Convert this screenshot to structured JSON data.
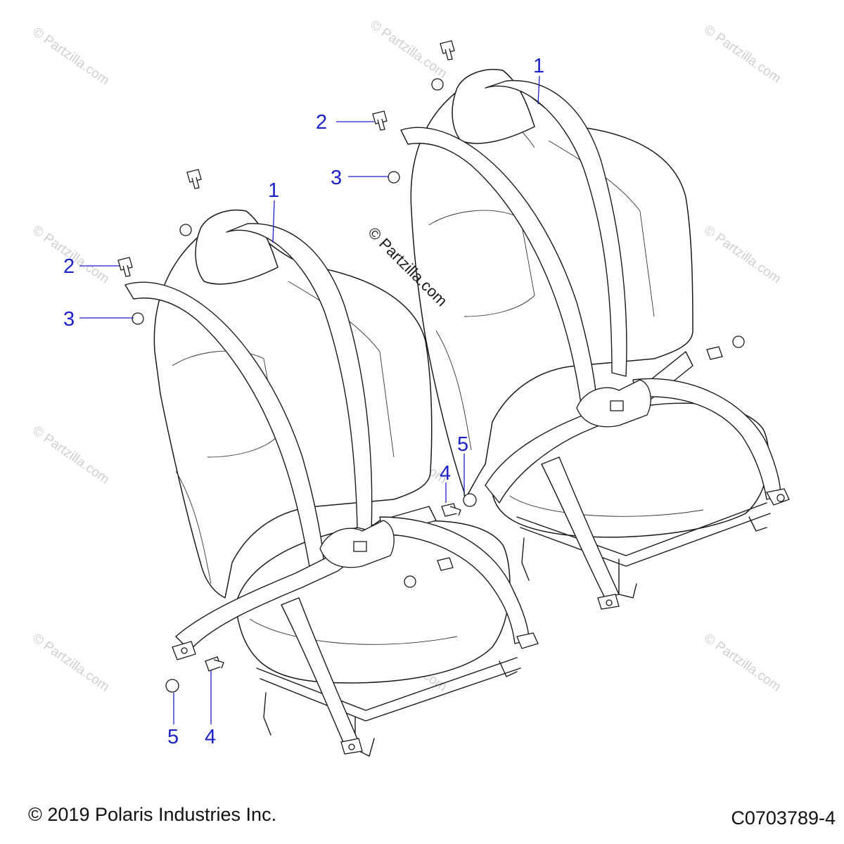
{
  "callouts": {
    "c1a": "1",
    "c1b": "1",
    "c2a": "2",
    "c2b": "2",
    "c3a": "3",
    "c3b": "3",
    "c4a": "4",
    "c4b": "4",
    "c5a": "5",
    "c5b": "5"
  },
  "watermark": {
    "text": "© Partzilla.com",
    "center_text": "© Partzilla.com"
  },
  "footer": {
    "copyright": "© 2019 Polaris Industries Inc.",
    "figure_id": "C0703789-4"
  },
  "colors": {
    "callout": "#1a22c8",
    "watermark": "#cfcfcf",
    "line": "#1a1a1a"
  }
}
